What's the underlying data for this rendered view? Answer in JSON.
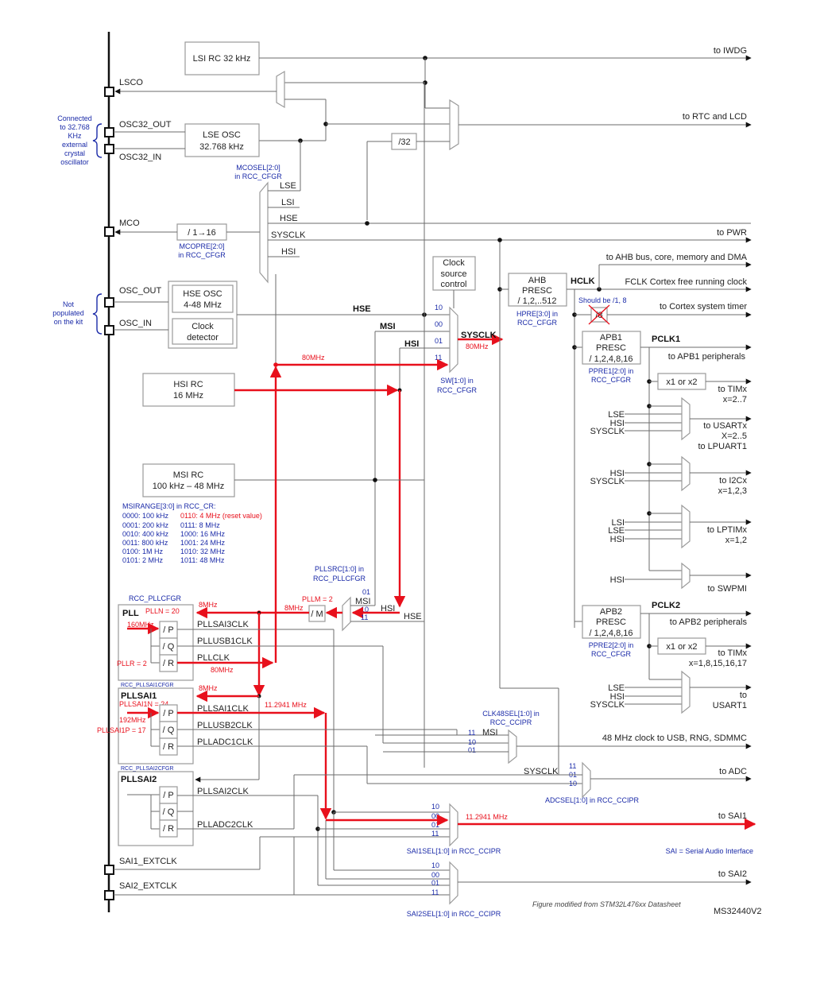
{
  "colors": {
    "wire": "#6b6b6b",
    "highlight": "#e8101c",
    "annotation": "#1a2aa8",
    "block_border": "#9a9a9a"
  },
  "pins": {
    "lsco": "LSCO",
    "osc32_out": "OSC32_OUT",
    "osc32_in": "OSC32_IN",
    "mco": "MCO",
    "osc_out": "OSC_OUT",
    "osc_in": "OSC_IN",
    "sai1_extclk": "SAI1_EXTCLK",
    "sai2_extclk": "SAI2_EXTCLK"
  },
  "notes": {
    "lse_crystal": [
      "Connected",
      "to 32.768",
      "KHz",
      "external",
      "crystal",
      "oscillator"
    ],
    "hse_not_populated": [
      "Not",
      "populated",
      "on the kit"
    ],
    "systick_fix": "Should be /1, 8",
    "sai_def": "SAI = Serial Audio Interface",
    "source": "Figure modified from STM32L476xx Datasheet",
    "figure_id": "MS32440V2"
  },
  "blocks": {
    "lsi": "LSI RC 32 kHz",
    "lse": [
      "LSE OSC",
      "32.768 kHz"
    ],
    "div32": "/32",
    "mcopre": "/ 1→16",
    "hse": [
      "HSE OSC",
      "4-48 MHz"
    ],
    "clock_detector": [
      "Clock",
      "detector"
    ],
    "hsi": [
      "HSI RC",
      "16 MHz"
    ],
    "msi": [
      "MSI RC",
      "100 kHz – 48 MHz"
    ],
    "clock_source_control": [
      "Clock",
      "source",
      "control"
    ],
    "ahb": [
      "AHB",
      "PRESC",
      "/ 1,2,..512"
    ],
    "systick_div": "/8",
    "apb1": [
      "APB1",
      "PRESC",
      "/ 1,2,4,8,16"
    ],
    "apb2": [
      "APB2",
      "PRESC",
      "/ 1,2,4,8,16"
    ],
    "tim_mult1": "x1 or x2",
    "tim_mult2": "x1 or x2",
    "pllm": "/ M",
    "pll_title": "PLL",
    "pllsai1_title": "PLLSAI1",
    "pllsai2_title": "PLLSAI2",
    "div_p": "/ P",
    "div_q": "/ Q",
    "div_r": "/ R"
  },
  "registers": {
    "mcosel": [
      "MCOSEL[2:0]",
      "in RCC_CFGR"
    ],
    "mcopre": [
      "MCOPRE[2:0]",
      "in RCC_CFGR"
    ],
    "sw": [
      "SW[1:0] in",
      "RCC_CFGR"
    ],
    "hpre": [
      "HPRE[3:0] in",
      "RCC_CFGR"
    ],
    "ppre1": [
      "PPRE1[2:0] in",
      "RCC_CFGR"
    ],
    "ppre2": [
      "PPRE2[2:0] in",
      "RCC_CFGR"
    ],
    "pllsrc": [
      "PLLSRC[1:0] in",
      "RCC_PLLCFGR"
    ],
    "pllcfgr": "RCC_PLLCFGR",
    "pllsai1cfgr": "RCC_PLLSAI1CFGR",
    "pllsai2cfgr": "RCC_PLLSAI2CFGR",
    "clk48sel": [
      "CLK48SEL[1:0] in",
      "RCC_CCIPR"
    ],
    "adcsel": "ADCSEL[1:0] in RCC_CCIPR",
    "sai1sel": "SAI1SEL[1:0] in RCC_CCIPR",
    "sai2sel": "SAI2SEL[1:0] in RCC_CCIPR"
  },
  "msirange": {
    "title": "MSIRANGE[3:0] in RCC_CR:",
    "left": [
      "0000: 100 kHz",
      "0001: 200 kHz",
      "0010: 400 kHz",
      "0011: 800 kHz",
      "0100: 1M Hz",
      "0101: 2 MHz"
    ],
    "right": [
      "0110: 4 MHz (reset value)",
      "0111: 8 MHz",
      "1000: 16 MHz",
      "1001: 24 MHz",
      "1010: 32 MHz",
      "1011: 48 MHz"
    ]
  },
  "signals": {
    "lse": "LSE",
    "lsi": "LSI",
    "hse": "HSE",
    "sysclk": "SYSCLK",
    "hsi": "HSI",
    "msi": "MSI",
    "hclk": "HCLK",
    "pclk1": "PCLK1",
    "pclk2": "PCLK2",
    "pllsai3clk": "PLLSAI3CLK",
    "pllusb1clk": "PLLUSB1CLK",
    "pllclk": "PLLCLK",
    "pllsai1clk": "PLLSAI1CLK",
    "pllusb2clk": "PLLUSB2CLK",
    "plladc1clk": "PLLADC1CLK",
    "pllsai2clk": "PLLSAI2CLK",
    "plladc2clk": "PLLADC2CLK"
  },
  "sel_codes": {
    "sw": [
      "10",
      "00",
      "01",
      "11"
    ],
    "pllsrc": [
      "01",
      "10",
      "11"
    ],
    "clk48": [
      "11",
      "10",
      "01"
    ],
    "adc": [
      "11",
      "01",
      "10"
    ],
    "sai1": [
      "10",
      "00",
      "01",
      "11"
    ],
    "sai2": [
      "10",
      "00",
      "01",
      "11"
    ]
  },
  "outputs": {
    "iwdg": "to IWDG",
    "rtc": "to RTC and LCD",
    "pwr": "to PWR",
    "ahb": "to AHB bus, core, memory and DMA",
    "fclk": "FCLK Cortex free running clock",
    "systimer": "to Cortex system timer",
    "apb1": "to APB1 peripherals",
    "tim_apb1": [
      "to TIMx",
      "x=2..7"
    ],
    "usart": [
      "to USARTx",
      "X=2..5",
      "to LPUART1"
    ],
    "i2c": [
      "to I2Cx",
      "x=1,2,3"
    ],
    "lptim": [
      "to LPTIMx",
      "x=1,2"
    ],
    "swpmi": "to SWPMI",
    "apb2": "to APB2 peripherals",
    "tim_apb2": [
      "to TIMx",
      "x=1,8,15,16,17"
    ],
    "usart1": [
      "to",
      "USART1"
    ],
    "usb48": "48 MHz clock to USB, RNG, SDMMC",
    "adc": "to ADC",
    "sai1": "to SAI1",
    "sai2": "to SAI2"
  },
  "red_annotations": {
    "pll_out_80": "80MHz",
    "sysclk_80": "80MHz",
    "pllm_eq": "PLLM = 2",
    "pllm_out": "8MHz",
    "pll_in": "8MHz",
    "plln_eq": "PLLN = 20",
    "vco_pll": "160MHz",
    "pllr_eq": "PLLR = 2",
    "pllclk_80": "80MHz",
    "pllsai1_in": "8MHz",
    "pllsai1n_eq": "PLLSAI1N = 24",
    "vco_sai1": "192MHz",
    "pllsai1p_eq": "PLLSAI1P = 17",
    "sai1_freq": "11.2941 MHz",
    "sai1_out_freq": "11.2941 MHz"
  }
}
